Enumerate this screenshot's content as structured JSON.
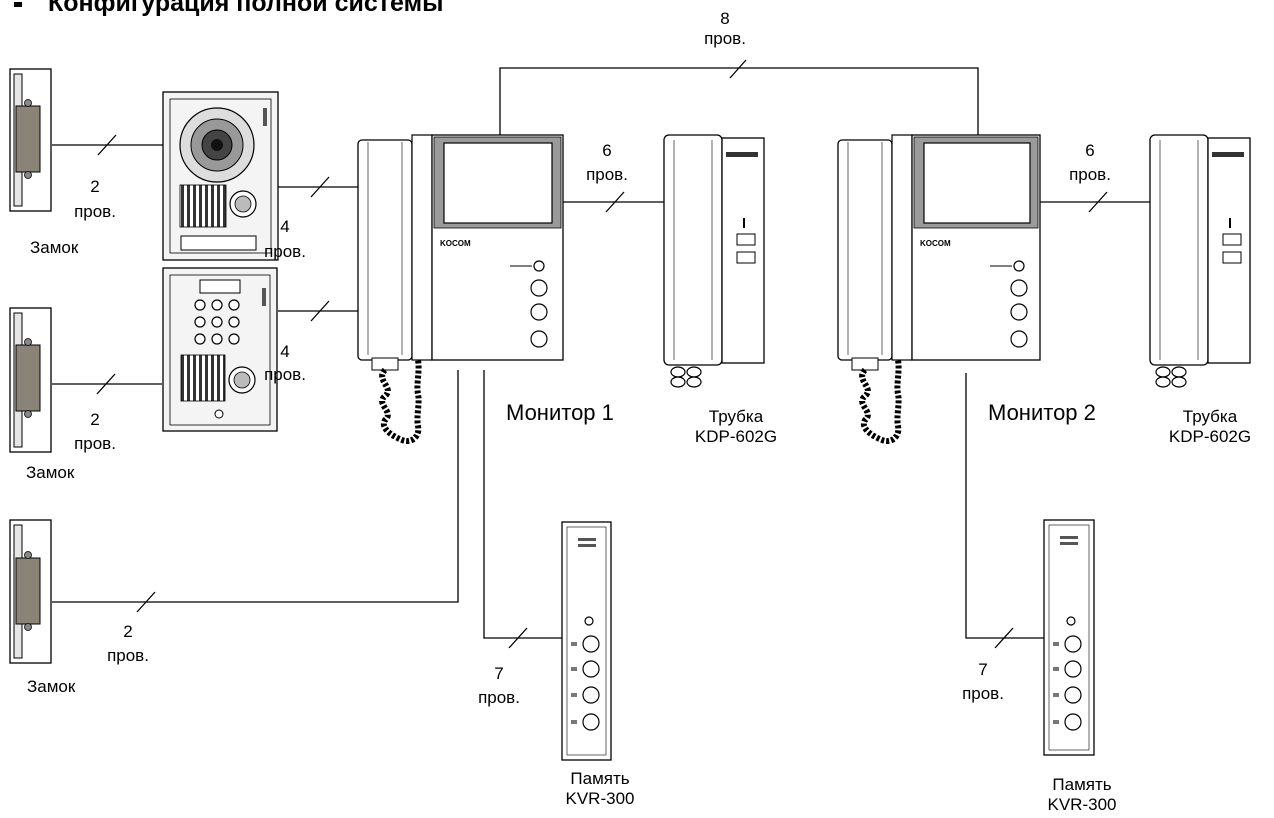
{
  "title": "Конфигурация полной системы",
  "labels": {
    "wires_8": "8",
    "wires_pr": "пров.",
    "wires_6": "6",
    "wires_4": "4",
    "wires_2": "2",
    "wires_7": "7",
    "lock": "Замок",
    "monitor1": "Монитор 1",
    "monitor2": "Монитор 2",
    "handset_title": "Трубка",
    "handset_model": "KDP-602G",
    "memory_title": "Память",
    "memory_model": "KVR-300",
    "brand": "KOCOM"
  },
  "colors": {
    "line": "#000000",
    "lock_fill": "#8a8478",
    "panel_fill": "#f4f4f4",
    "screen_frame": "#9a9a9a"
  }
}
